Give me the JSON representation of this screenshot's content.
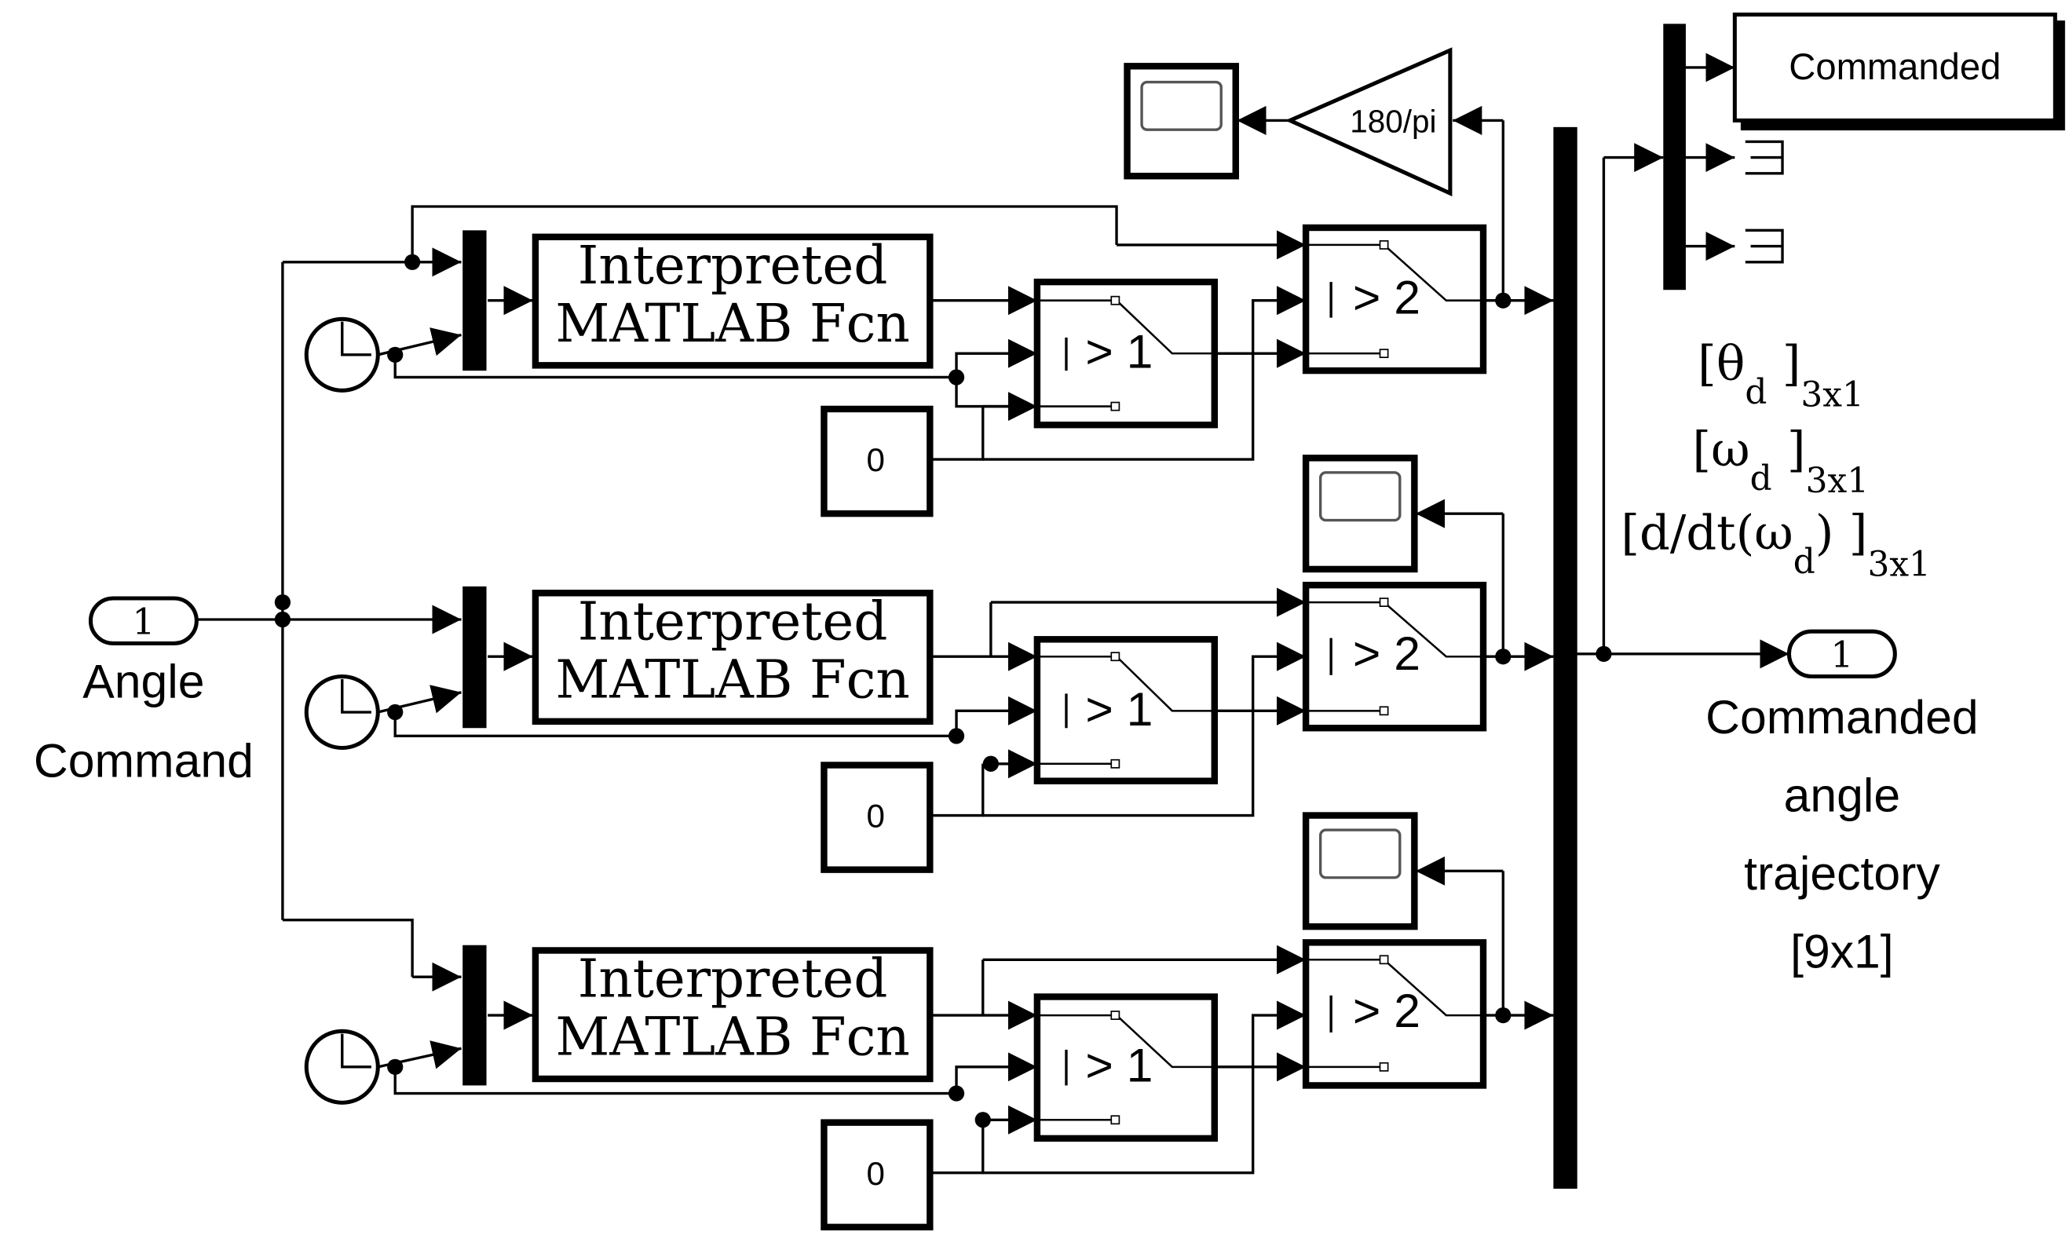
{
  "inport": {
    "port_number": "1",
    "label_line1": "Angle",
    "label_line2": "Command"
  },
  "channels": [
    {
      "fcn_line1": "Interpreted",
      "fcn_line2": "MATLAB Fcn",
      "const": "0",
      "switch1_label": "> 1",
      "switch2_label": "> 2"
    },
    {
      "fcn_line1": "Interpreted",
      "fcn_line2": "MATLAB Fcn",
      "const": "0",
      "switch1_label": "> 1",
      "switch2_label": "> 2"
    },
    {
      "fcn_line1": "Interpreted",
      "fcn_line2": "MATLAB Fcn",
      "const": "0",
      "switch1_label": "> 1",
      "switch2_label": "> 2"
    }
  ],
  "gain": {
    "label": "180/pi"
  },
  "commanded_block": {
    "label": "Commanded"
  },
  "signals": {
    "theta": {
      "symbol": "θ",
      "sub": "d",
      "dim": "3x1"
    },
    "omega": {
      "symbol": "ω",
      "sub": "d",
      "dim": "3x1"
    },
    "domega": {
      "prefix": "d/dt(ω",
      "sub": "d",
      "suffix": ")",
      "dim": "3x1"
    }
  },
  "outport": {
    "port_number": "1",
    "label_line1": "Commanded",
    "label_line2": "angle",
    "label_line3": "trajectory",
    "label_line4": "[9x1]"
  }
}
